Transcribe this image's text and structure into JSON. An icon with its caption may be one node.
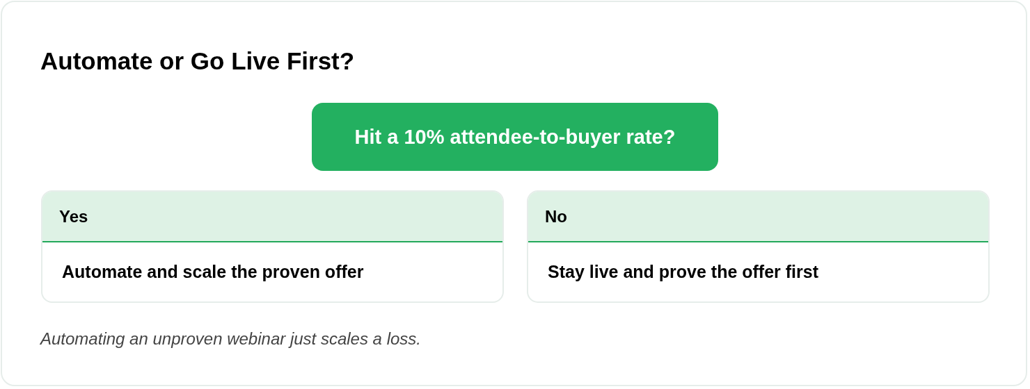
{
  "diagram": {
    "title": "Automate or Go Live First?",
    "caption": "Automating an unproven webinar just scales a loss.",
    "nodes": [
      {
        "text": [
          "Hit a 10% attendee-to-buyer rate?"
        ]
      },
      {
        "text": [
          "Yes",
          "Automate and scale the proven offer"
        ]
      },
      {
        "text": [
          "No",
          "Stay live and prove the offer first"
        ]
      }
    ]
  }
}
